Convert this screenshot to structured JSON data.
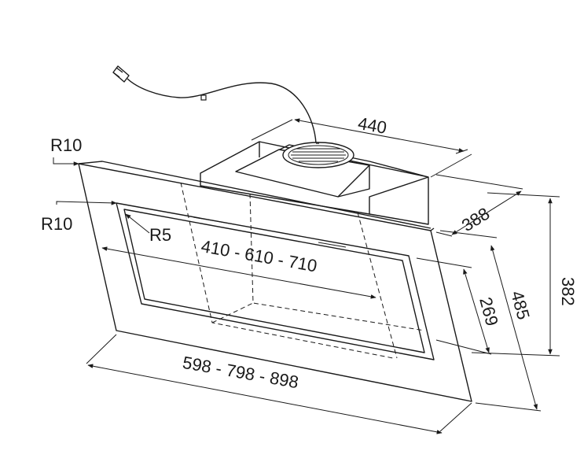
{
  "diagram": {
    "labels": {
      "depth_top": "440",
      "depth_side": "388",
      "height_total": "382",
      "height_glass": "485",
      "height_inner": "269",
      "width_inner": "410 - 610 - 710",
      "width_outer": "598 - 798 - 898",
      "radius_outer": "R10",
      "radius_inner": "R10",
      "radius_small": "R5"
    }
  }
}
